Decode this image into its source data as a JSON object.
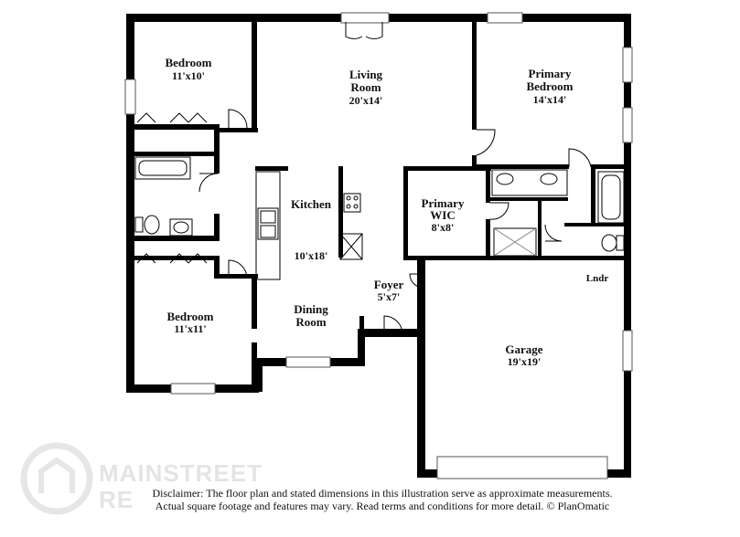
{
  "rooms": {
    "bedroom_top": {
      "name": "Bedroom",
      "dims": "11'x10'"
    },
    "living": {
      "name_line1": "Living",
      "name_line2": "Room",
      "dims": "20'x14'"
    },
    "primary_bedroom": {
      "name_line1": "Primary",
      "name_line2": "Bedroom",
      "dims": "14'x14'"
    },
    "kitchen": {
      "name": "Kitchen",
      "dims": "10'x18'"
    },
    "primary_wic": {
      "name_line1": "Primary",
      "name_line2": "WIC",
      "dims": "8'x8'"
    },
    "laundry": {
      "name": "Lndr"
    },
    "foyer": {
      "name": "Foyer",
      "dims": "5'x7'"
    },
    "dining": {
      "name_line1": "Dining",
      "name_line2": "Room"
    },
    "bedroom_bottom": {
      "name": "Bedroom",
      "dims": "11'x11'"
    },
    "garage": {
      "name": "Garage",
      "dims": "19'x19'"
    }
  },
  "watermark": {
    "line1": "MAINSTREET",
    "line2": "RE"
  },
  "disclaimer": {
    "line1": "Disclaimer: The floor plan and stated dimensions in this illustration serve as approximate measurements.",
    "line2": "Actual square footage and features may vary. Read terms and conditions for more detail. © PlanOmatic"
  }
}
